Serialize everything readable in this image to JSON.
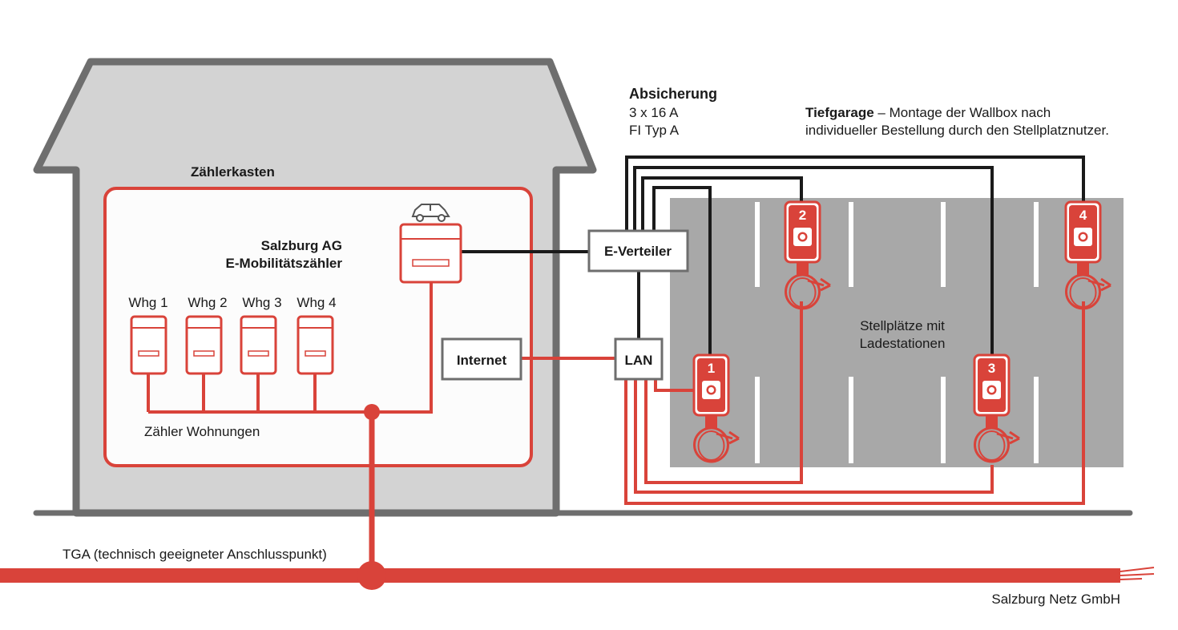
{
  "absicherung": {
    "title": "Absicherung",
    "line1": "3 x 16 A",
    "line2": "FI Typ A"
  },
  "tiefgarage": {
    "bold": "Tiefgarage",
    "rest": " – Montage der Wallbox nach",
    "line2": "individueller Bestellung durch den Stellplatznutzer."
  },
  "zaehlerkasten": "Zählerkasten",
  "emobil": {
    "line1": "Salzburg AG",
    "line2": "E-Mobilitätszähler"
  },
  "wohnungen": [
    "Whg 1",
    "Whg 2",
    "Whg 3",
    "Whg 4"
  ],
  "zaehler_wohnungen": "Zähler Wohnungen",
  "internet": "Internet",
  "lan": "LAN",
  "everteiler": "E-Verteiler",
  "stellplaetze": {
    "line1": "Stellplätze mit",
    "line2": "Ladestationen"
  },
  "wallboxes": [
    "1",
    "2",
    "3",
    "4"
  ],
  "tga": "TGA (technisch geeigneter Anschlusspunkt)",
  "netz": "Salzburg Netz GmbH",
  "colors": {
    "red": "#d9433a",
    "dark": "#1a1a1a",
    "house_grey": "#d3d3d3",
    "wall_grey": "#6e6e6e",
    "garage_grey": "#a8a8a8"
  }
}
